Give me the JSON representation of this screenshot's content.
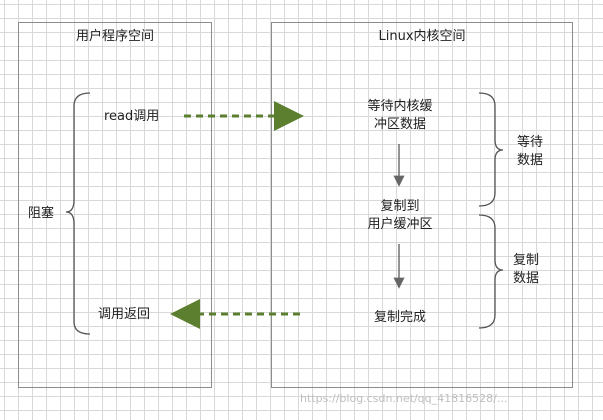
{
  "user_space": {
    "title": "用户程序空间",
    "blocking_label": "阻塞",
    "read_call": "read调用",
    "call_return": "调用返回"
  },
  "kernel_space": {
    "title": "Linux内核空间",
    "step1_line1": "等待内核缓",
    "step1_line2": "冲区数据",
    "step2_line1": "复制到",
    "step2_line2": "用户缓冲区",
    "step3": "复制完成",
    "phase1_line1": "等待",
    "phase1_line2": "数据",
    "phase2_line1": "复制",
    "phase2_line2": "数据"
  },
  "colors": {
    "arrow_green": "#5c7f2f",
    "panel_border": "#8c8c8c",
    "grid": "#d9d9d9"
  },
  "watermark": "https://blog.csdn.net/qq_41816528/..."
}
